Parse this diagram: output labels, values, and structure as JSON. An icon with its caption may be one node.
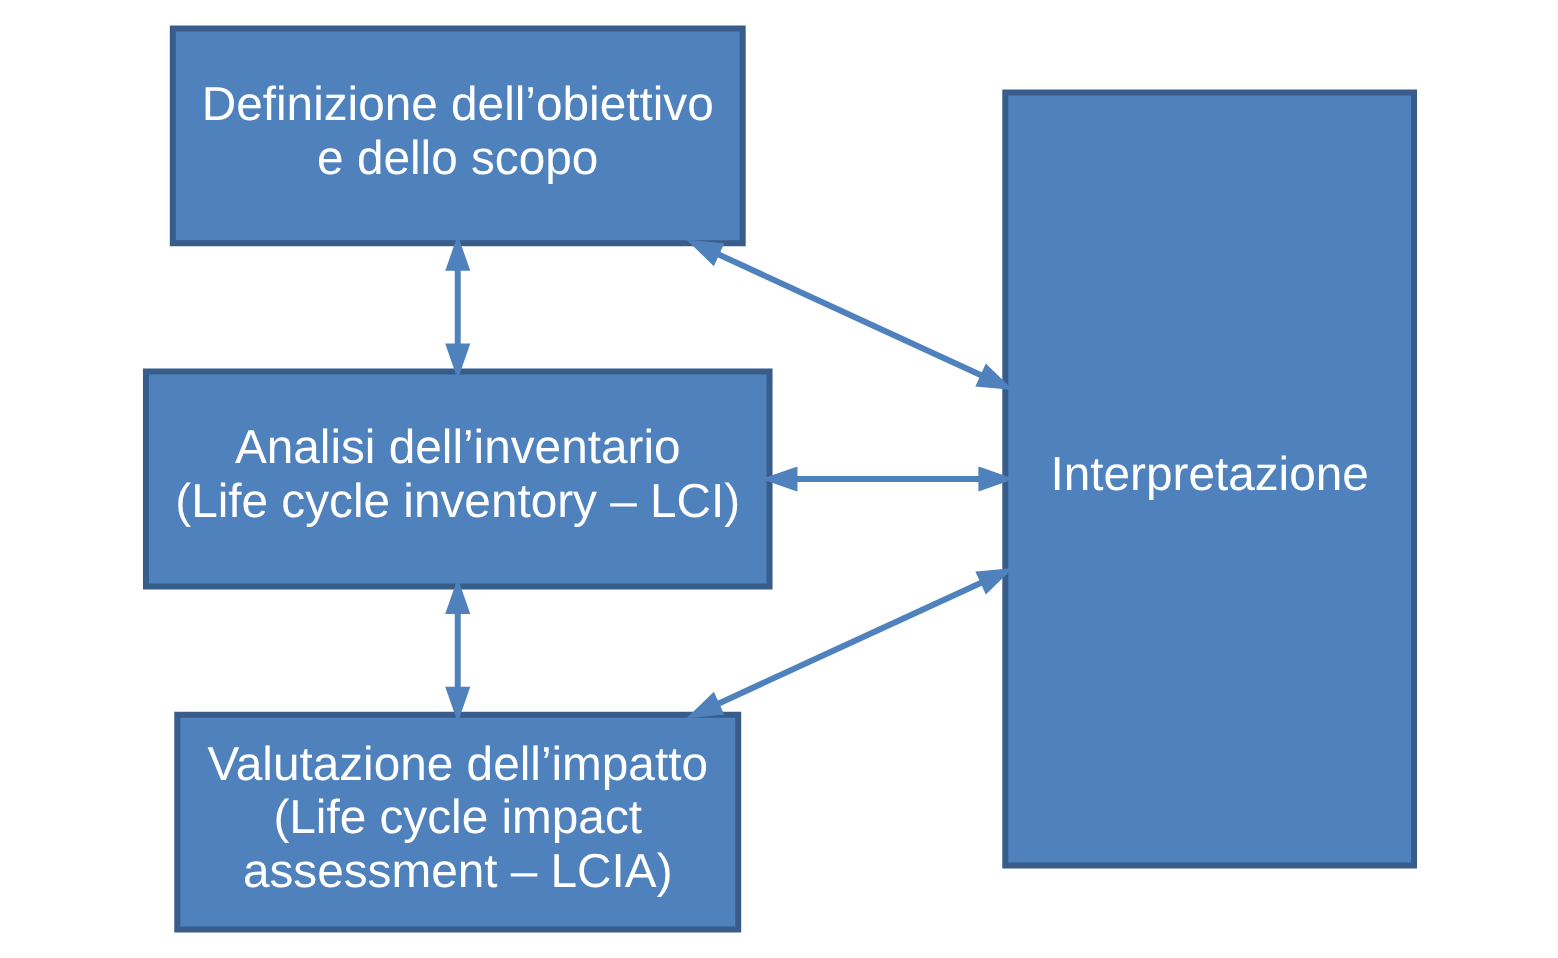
{
  "diagram": {
    "nodes": [
      {
        "text": [
          "Definizione dell’obiettivo e dello scopo"
        ]
      },
      {
        "text": [
          "Analisi dell’inventario (Life cycle inventory – LCI)"
        ]
      },
      {
        "text": [
          "Valutazione dell’impatto (Life cycle impact assessment – LCIA)"
        ]
      },
      {
        "text": [
          "Interpretazione"
        ]
      }
    ],
    "edges": [
      {
        "from": 0,
        "to": 1,
        "arrow": "both"
      },
      {
        "from": 1,
        "to": 2,
        "arrow": "both"
      },
      {
        "from": 0,
        "to": 3,
        "arrow": "both"
      },
      {
        "from": 1,
        "to": 3,
        "arrow": "both"
      },
      {
        "from": 2,
        "to": 3,
        "arrow": "both"
      }
    ]
  }
}
